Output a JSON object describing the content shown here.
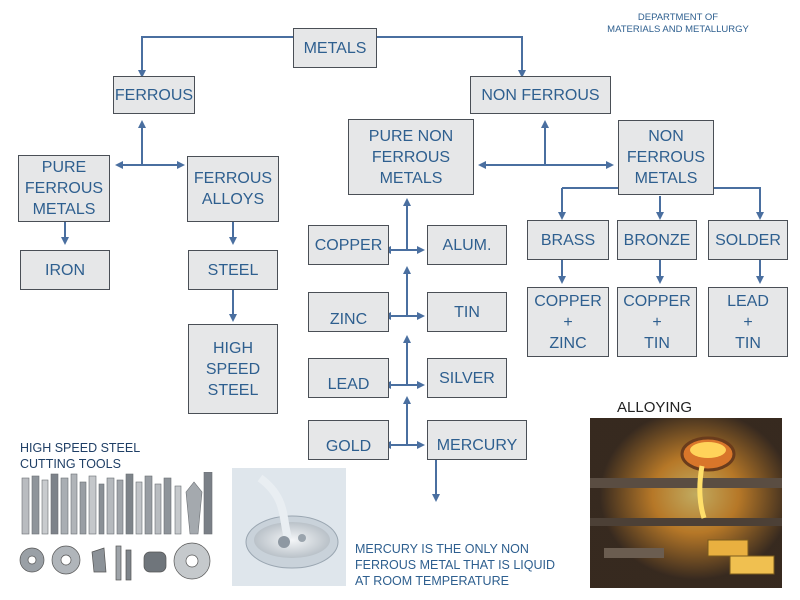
{
  "department": "DEPARTMENT OF\nMATERIALS AND METALLURGY",
  "boxes": {
    "metals": "METALS",
    "ferrous": "FERROUS",
    "non_ferrous": "NON FERROUS",
    "pure_ferrous": "PURE\nFERROUS\nMETALS",
    "ferrous_alloys": "FERROUS\nALLOYS",
    "iron": "IRON",
    "steel": "STEEL",
    "hss": "HIGH\nSPEED\nSTEEL",
    "pure_non_ferrous": "PURE NON\nFERROUS\nMETALS",
    "non_ferrous_metals": "NON\nFERROUS\nMETALS",
    "copper": "COPPER",
    "alum": "ALUM.",
    "zinc": "ZINC",
    "tin": "TIN",
    "lead": "LEAD",
    "silver": "SILVER",
    "gold": "GOLD",
    "mercury": "MERCURY",
    "brass": "BRASS",
    "bronze": "BRONZE",
    "solder": "SOLDER",
    "brass_comp": "COPPER\n+\nZINC",
    "bronze_comp": "COPPER\n+\nTIN",
    "solder_comp": "LEAD\n+\nTIN"
  },
  "labels": {
    "hss_tools": "HIGH SPEED STEEL\nCUTTING TOOLS",
    "alloying": "ALLOYING",
    "mercury_note": "MERCURY IS THE ONLY NON\nFERROUS METAL THAT IS LIQUID\nAT ROOM TEMPERATURE"
  },
  "colors": {
    "box_fill": "#e6e7e8",
    "text": "#2e5f8f",
    "line": "#4a6fa0"
  }
}
